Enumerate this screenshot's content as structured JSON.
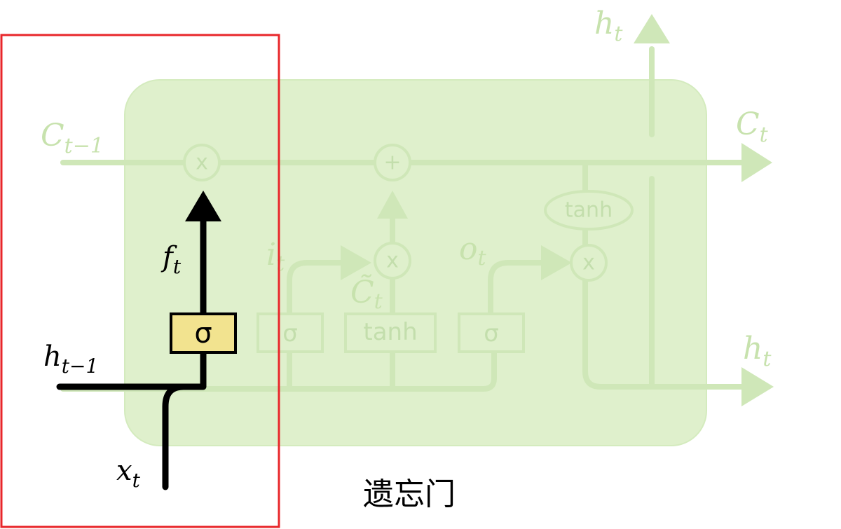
{
  "caption": "遗忘门",
  "cell": {
    "c_prev": {
      "base": "C",
      "sub": "t−1"
    },
    "c_next": {
      "base": "C",
      "sub": "t"
    },
    "h_top": {
      "base": "h",
      "sub": "t"
    },
    "h_right": {
      "base": "h",
      "sub": "t"
    },
    "i_t": {
      "base": "i",
      "sub": "t"
    },
    "o_t": {
      "base": "o",
      "sub": "t"
    },
    "c_tilde": {
      "base": "C̃",
      "sub": "t"
    },
    "ops": {
      "mul": "x",
      "add": "+",
      "tanh": "tanh"
    },
    "gates": {
      "sigma": "σ",
      "tanh": "tanh"
    }
  },
  "forget_gate": {
    "h_prev": {
      "base": "h",
      "sub": "t−1"
    },
    "x_t": {
      "base": "x",
      "sub": "t"
    },
    "f_t": {
      "base": "f",
      "sub": "t"
    },
    "sigma": "σ"
  },
  "colors": {
    "cell_fill": "#dff0cc",
    "cell_line": "#cfe7b8",
    "highlight_frame": "#e8262a",
    "gate_fill": "#f2e38f",
    "active_path": "#000000"
  }
}
